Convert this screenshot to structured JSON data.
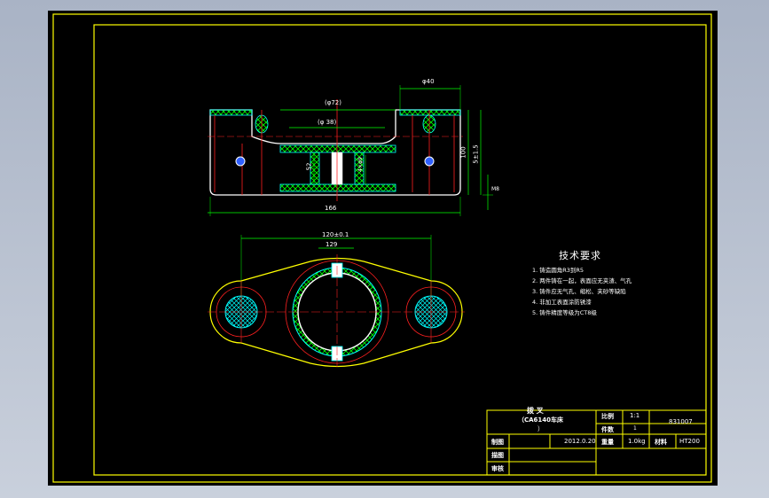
{
  "tech_requirements": {
    "title": "技术要求",
    "items": [
      "1. 铸造圆角R3到R5",
      "2. 两件铸在一起，表面应无夹渣、气孔",
      "3. 铸件应无气孔、缩松、夹砂等缺陷",
      "4. 非加工表面涂防锈漆",
      "5. 铸件精度等级为CT8级"
    ]
  },
  "dimensions": {
    "phi40": "φ40",
    "phi_top": "(φ72)",
    "phi_inner": "(φ 38)",
    "dim_h": "100",
    "dim_side": "5±1.5",
    "dim_m": "M8",
    "dim_bottom": "166",
    "dim_small": "4×φ9",
    "dim_width": "120±0.1",
    "dim_width2": "129",
    "dim_center": "52"
  },
  "title_block": {
    "part_name": "拨  叉",
    "sub_name": "（CA6140车床",
    "sub_name2": "）",
    "scale_label": "比例",
    "scale_value": "1:1",
    "qty_label": "件数",
    "qty_value": "1",
    "drawing_no": "831007",
    "drawn_label": "制图",
    "date": "2012.0.20",
    "weight_label": "重量",
    "weight_value": "1.0kg",
    "material_label": "材料",
    "material_value": "HT200",
    "design_label": "描图",
    "check_label": "审核"
  },
  "colors": {
    "frame": "#ffff00",
    "section": "#00ffff",
    "hatch": "#00ff00",
    "center": "#ff2020",
    "white": "#ffffff",
    "text": "#ffffff"
  }
}
